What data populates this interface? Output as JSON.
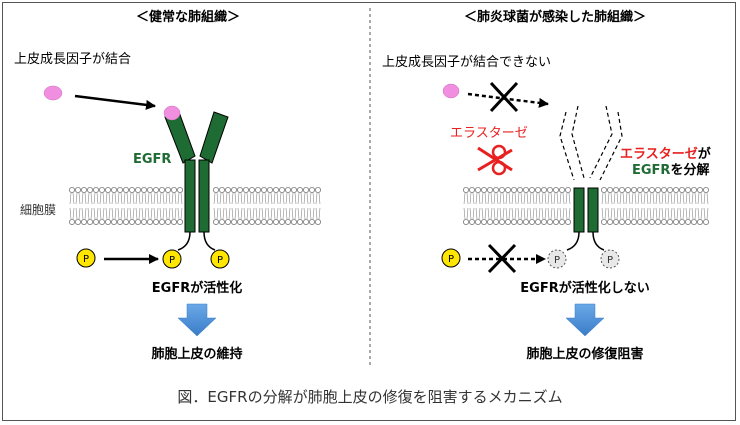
{
  "left": {
    "header": "＜健常な肺組織＞",
    "egf_label": "上皮成長因子が結合",
    "egfr_label": "EGFR",
    "membrane_label": "細胞膜",
    "p_symbol": "P",
    "activation": "EGFRが活性化",
    "outcome": "肺胞上皮の維持"
  },
  "right": {
    "header": "＜肺炎球菌が感染した肺組織＞",
    "egf_label": "上皮成長因子が結合できない",
    "elastase_label": "エラスターゼ",
    "annot_red": "エラスターゼ",
    "annot_ga": "が",
    "annot_egfr": "EGFR",
    "annot_rest": "を分解",
    "p_symbol": "P",
    "activation": "EGFRが活性化しない",
    "outcome": "肺胞上皮の修復阻害"
  },
  "caption": "図．EGFRの分解が肺胞上皮の修復を阻害するメカニズム",
  "colors": {
    "receptor": "#1f6b34",
    "ligand": "#f08ee0",
    "phospho": "#ffe600",
    "arrow_blue": "#4a8fd8",
    "red": "#e82020"
  }
}
